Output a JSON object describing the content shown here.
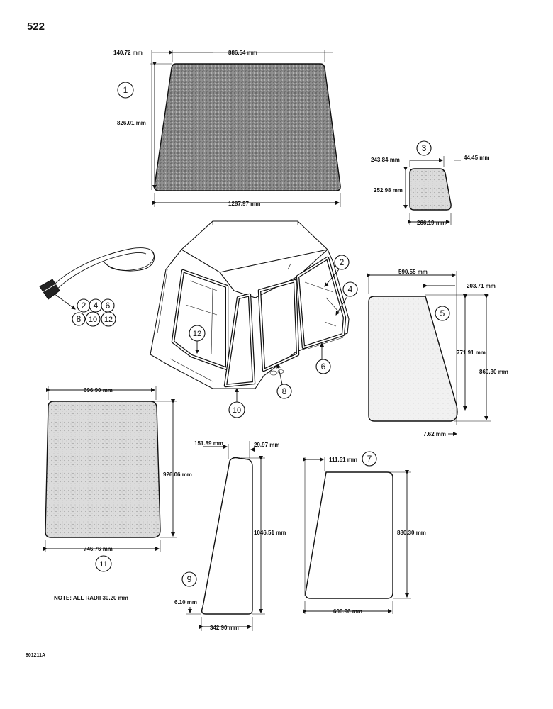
{
  "page": {
    "page_number": "522",
    "figure_code": "801211A",
    "note": "NOTE: ALL RADII 30.20 mm"
  },
  "parts": {
    "p1": {
      "callout": "1",
      "dims": {
        "top_offset": "140.72 mm",
        "top_width": "886.54 mm",
        "height": "826.01 mm",
        "bottom_width": "1287.97 mm"
      }
    },
    "p3": {
      "callout": "3",
      "dims": {
        "top_width": "243.84 mm",
        "corner": "44.45 mm",
        "height": "252.98 mm",
        "bottom_width": "266.19 mm"
      }
    },
    "p5": {
      "callout": "5",
      "dims": {
        "top_width": "590.55 mm",
        "top_offset": "203.71 mm",
        "inner_height": "771.91 mm",
        "height": "860.30 mm",
        "bottom_offset": "7.62 mm"
      }
    },
    "p7": {
      "callout": "7",
      "dims": {
        "top_offset": "111.51 mm",
        "height": "880.30 mm",
        "bottom_width": "600.96 mm"
      }
    },
    "p9": {
      "callout": "9",
      "dims": {
        "top_width": "151.89 mm",
        "top_offset": "29.97 mm",
        "height": "1046.51 mm",
        "bottom_offset": "6.10 mm",
        "bottom_width": "342.90 mm"
      }
    },
    "p11": {
      "callout": "11",
      "dims": {
        "top_width": "696.90 mm",
        "height": "926.06 mm",
        "bottom_width": "746.76 mm"
      }
    }
  },
  "cab_callouts": [
    "2",
    "4",
    "6",
    "8",
    "10",
    "12"
  ],
  "seal_callouts": [
    "2",
    "4",
    "6",
    "8",
    "10",
    "12"
  ],
  "colors": {
    "ink": "#111111",
    "glass_stipple": "#9a9a9a",
    "paper": "#ffffff"
  }
}
